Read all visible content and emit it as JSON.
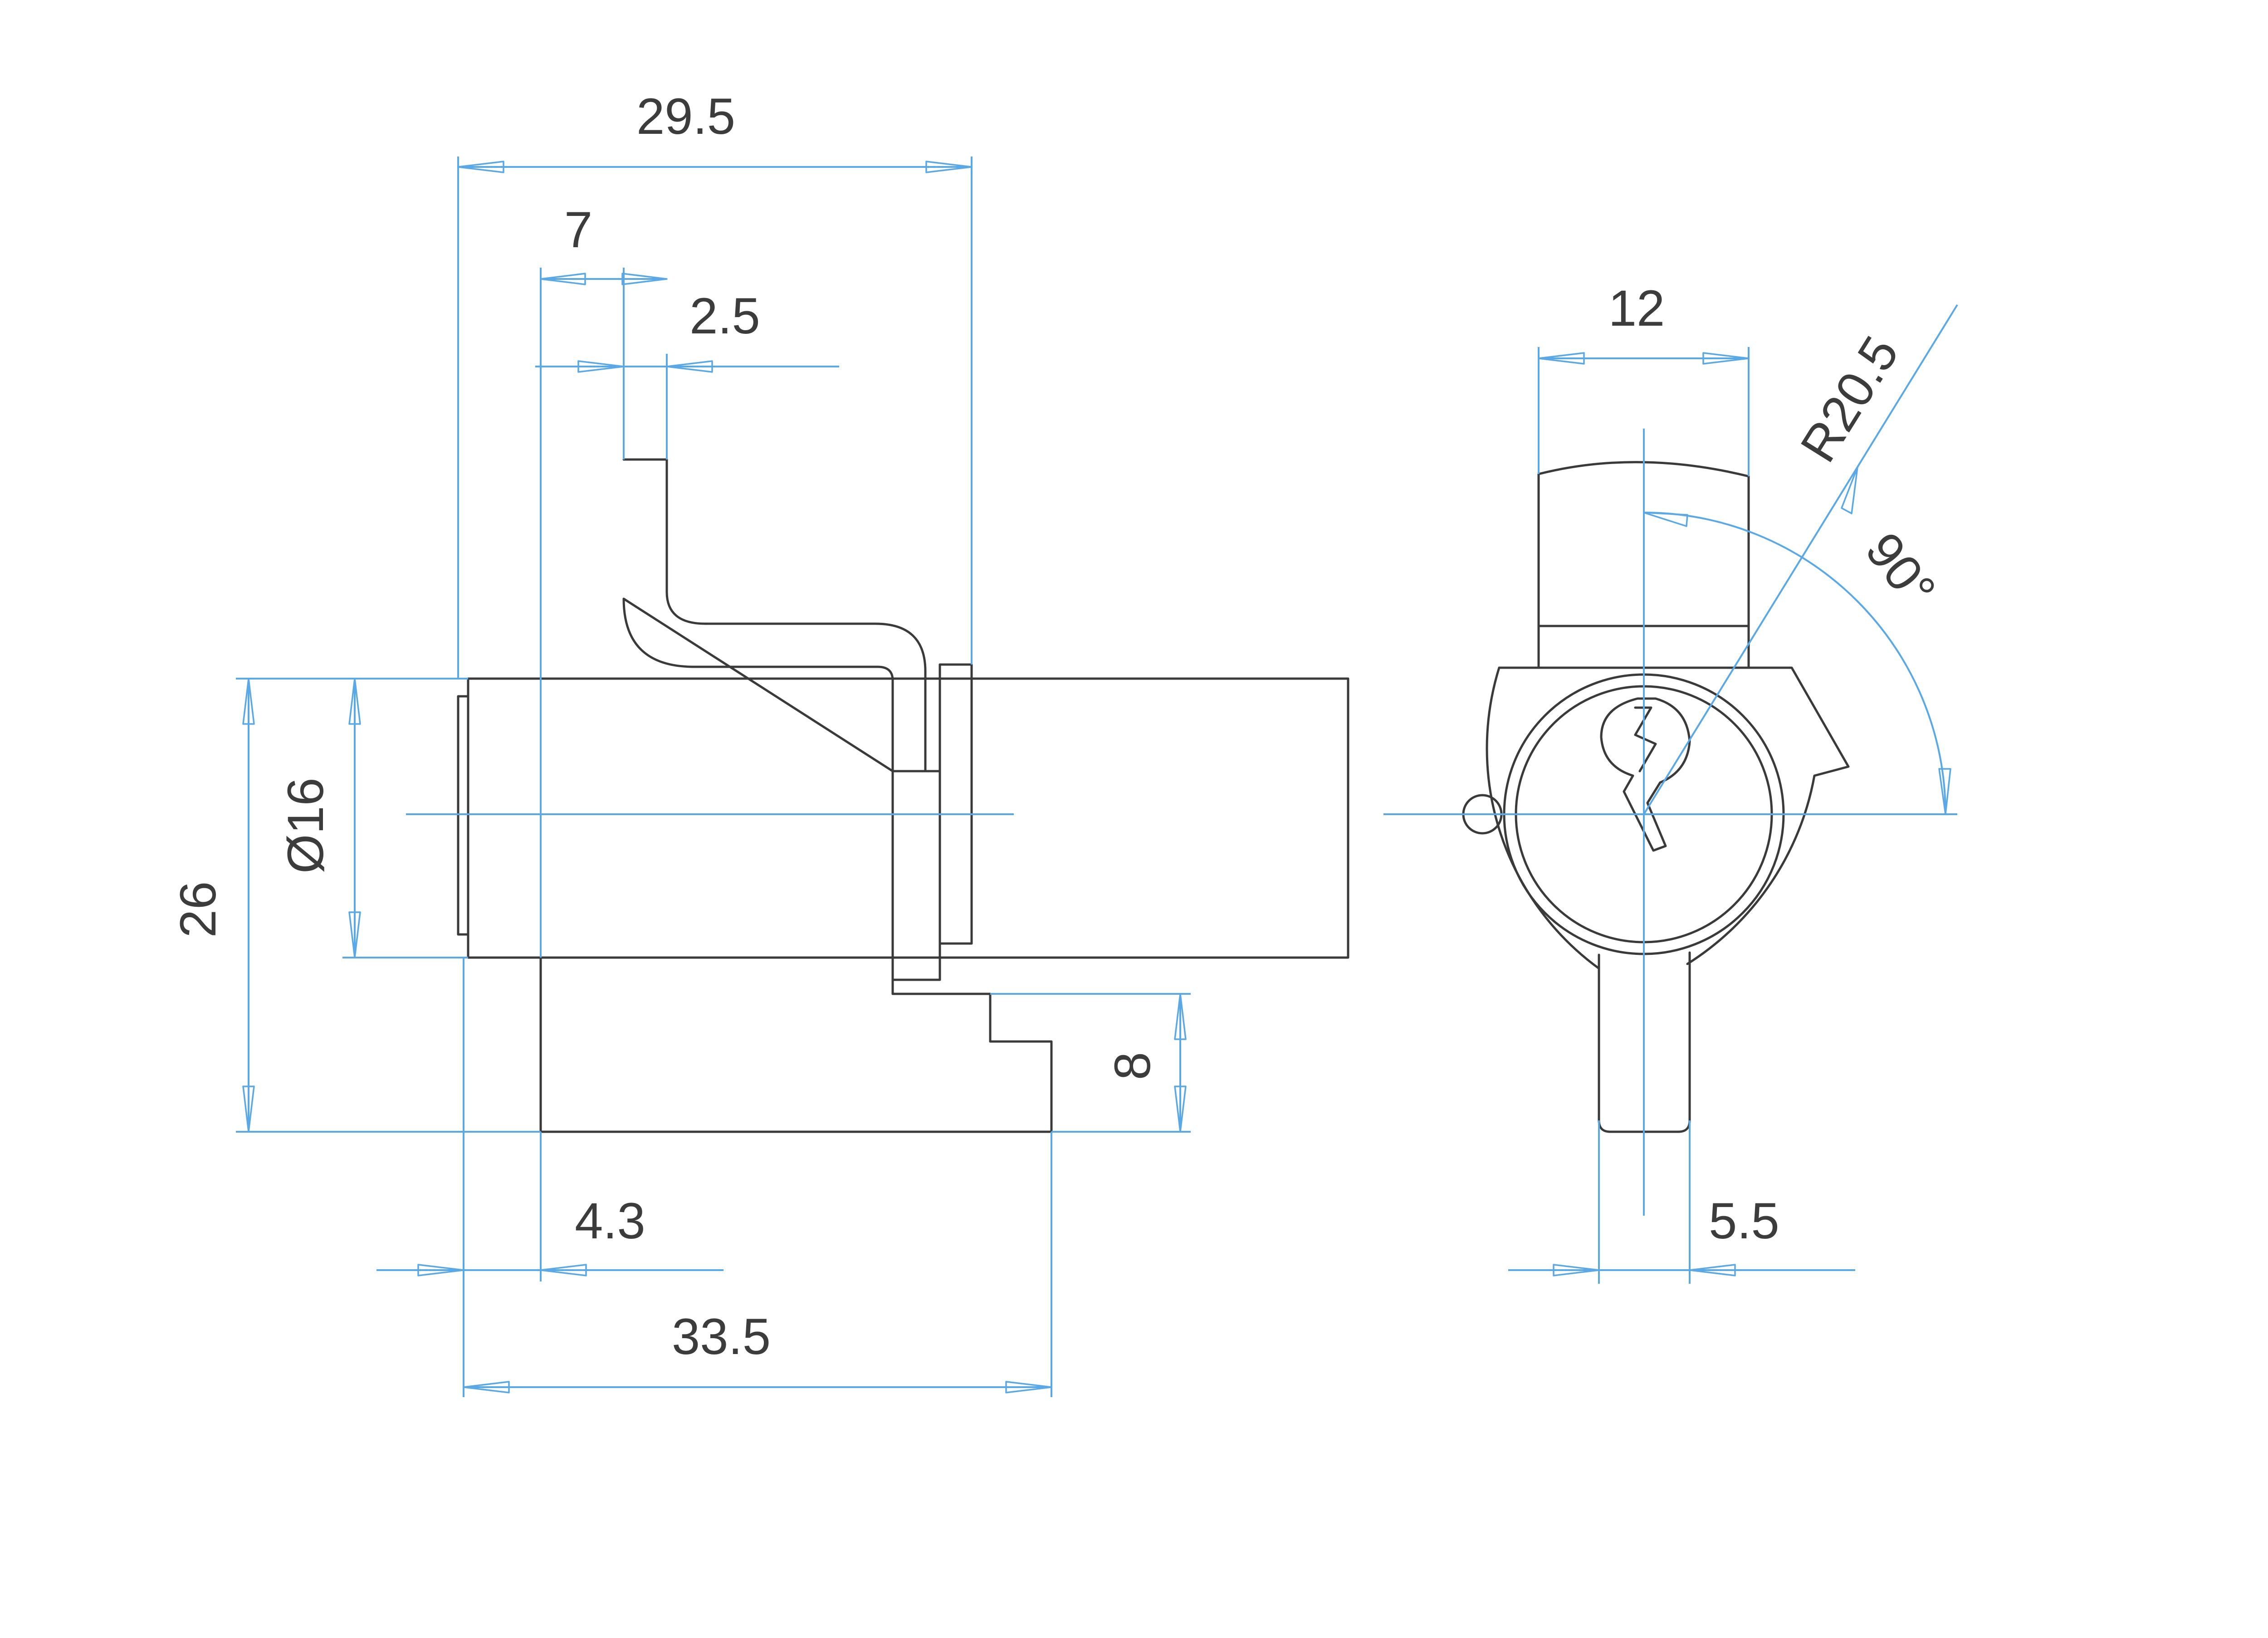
{
  "colors": {
    "part_line": "#3a3a3a",
    "dimension_line": "#5aa9e6",
    "background": "#ffffff"
  },
  "side_view": {
    "dimensions": {
      "overall_width": "29.5",
      "cam_offset": "7",
      "cam_thickness": "2.5",
      "overall_height": "26",
      "body_diameter": "Ø16",
      "step_height": "8",
      "flange_thickness": "4.3",
      "overall_length": "33.5"
    }
  },
  "front_view": {
    "dimensions": {
      "cam_width": "12",
      "swing_radius": "R20.5",
      "rotation_angle": "90°",
      "tab_width": "5.5"
    }
  }
}
